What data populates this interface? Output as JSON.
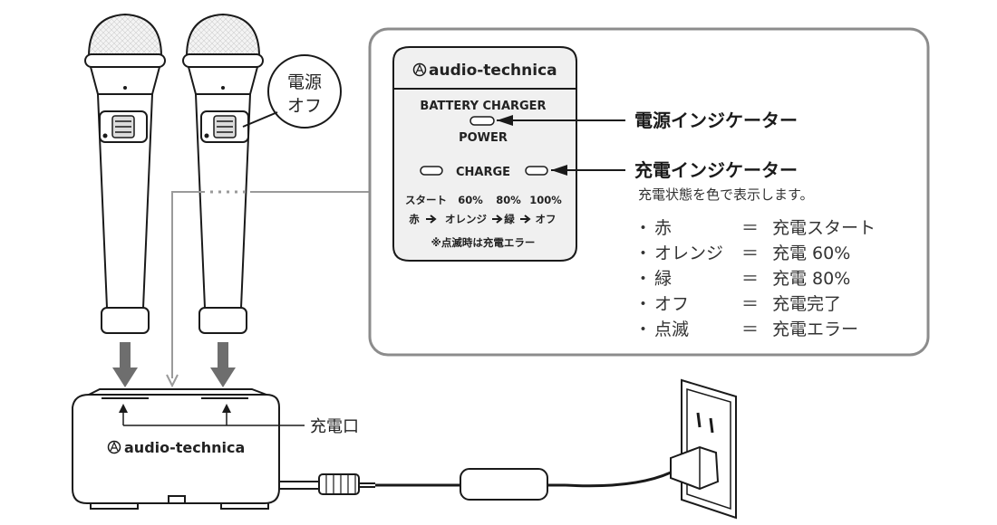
{
  "brand": "audio-technica",
  "power_off_bubble": {
    "line1": "電源",
    "line2": "オフ"
  },
  "panel": {
    "title": "BATTERY CHARGER",
    "power_label": "POWER",
    "charge_label": "CHARGE",
    "progress_labels": [
      "スタート",
      "60%",
      "80%",
      "100%"
    ],
    "color_sequence": [
      "赤",
      "オレンジ",
      "緑",
      "オフ"
    ],
    "blink_note": "※点滅時は充電エラー"
  },
  "callouts": {
    "power_indicator": "電源インジケーター",
    "charge_indicator": "充電インジケーター",
    "charge_indicator_desc": "充電状態を色で表示します。"
  },
  "status_legend": [
    {
      "bullet": "・",
      "state": "赤",
      "eq": "＝",
      "meaning": "充電スタート"
    },
    {
      "bullet": "・",
      "state": "オレンジ",
      "eq": "＝",
      "meaning": "充電 60%"
    },
    {
      "bullet": "・",
      "state": "緑",
      "eq": "＝",
      "meaning": "充電 80%"
    },
    {
      "bullet": "・",
      "state": "オフ",
      "eq": "＝",
      "meaning": "充電完了"
    },
    {
      "bullet": "・",
      "state": "点滅",
      "eq": "＝",
      "meaning": "充電エラー"
    }
  ],
  "charging_port_label": "充電口",
  "colors": {
    "line": "#1a1a1a",
    "panel_border": "#8c8c8c",
    "panel_fill": "#f0f0f0",
    "arrow": "#6e6e6e",
    "dots": "#9a9a9a"
  }
}
